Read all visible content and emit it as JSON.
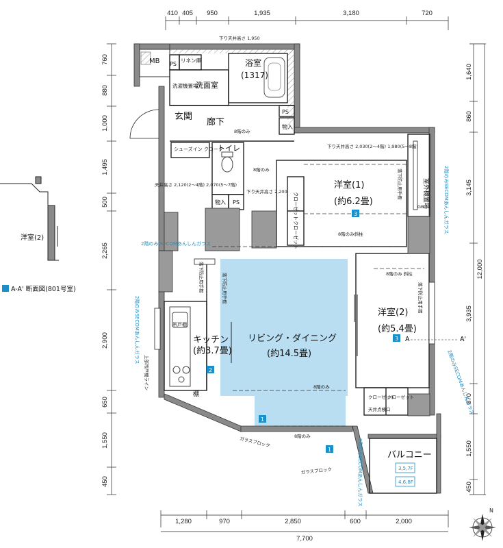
{
  "dims_top": [
    "410",
    "405",
    "950",
    "1,935",
    "3,180",
    "720"
  ],
  "dims_bottom": [
    "1,280",
    "970",
    "2,850",
    "600",
    "2,000"
  ],
  "dims_bottom_total": "7,700",
  "dims_left": [
    "760",
    "880",
    "1,000",
    "1,495",
    "500",
    "2,265",
    "2,900",
    "650",
    "1,550",
    "450"
  ],
  "dims_right": [
    "1,640",
    "860",
    "3,145",
    "3,935",
    "870",
    "1,550",
    "450"
  ],
  "dims_right_total": "12,000",
  "rooms": {
    "mb": "MB",
    "ps": "PS",
    "linen": "リネン庫",
    "bath": "浴室",
    "bath_size": "(1317)",
    "washroom": "洗面室",
    "washer": "洗濯機置場",
    "entrance": "玄関",
    "corridor": "廊下",
    "storage": "物入",
    "shoes": "シューズイン クローク",
    "toilet": "トイレ",
    "bedroom1": "洋室(1)",
    "bedroom1_area": "(約6.2畳)",
    "bedroom2": "洋室(2)",
    "bedroom2_area": "(約5.4畳)",
    "closet": "クローゼット",
    "outdoor_unit": "室外機置場",
    "kitchen": "キッチン",
    "kitchen_area": "(約3.7畳)",
    "living": "リビング・ダイニング",
    "living_area": "(約14.5畳)",
    "balcony": "バルコニー",
    "shelf": "棚",
    "cupboard": "吊戸棚",
    "glass_block": "ガラスブロック"
  },
  "notes": {
    "ceiling_drop_1950": "下り天井高さ 1,950",
    "ceiling_drop_2030": "下り天井高さ 2,030(2～4階) 1,980(5～8階)",
    "ceiling_2120": "天井高さ 2,120(2～4階) 2,070(5～7階)",
    "ceiling_drop_2200": "下り天井高さ 2,200",
    "floor8_only": "8階のみ",
    "floor8_slant": "8階のみ斜柱",
    "floor8_slant2": "8階のみ 斜柱",
    "secom_glass": "2階のみ SECOMあんしんガラス",
    "secom_glass_v": "2階のみSECOMあんしんガラス",
    "fall_rail": "落下防止用手摺",
    "upper_cabinet_line": "上部吊戸棚ライン",
    "ceiling_hatch": "天井点検口",
    "balcony_floor_a": "3,5,7F",
    "balcony_floor_b": "4,6,8F",
    "secom_glass_balcony": "2階のみSECOMあんしんガラス",
    "gb": "GB"
  },
  "section": {
    "label": "A-A' 断面図(801号室)",
    "room": "洋室(2)",
    "marker_a": "A",
    "marker_a2": "A'"
  },
  "tags": [
    "1",
    "1",
    "2",
    "3",
    "3"
  ],
  "colors": {
    "wall": "#8a8a8a",
    "wall_dark": "#6e6e6e",
    "living_fill": "#b9def2",
    "accent": "#1a8fc8",
    "line": "#111111"
  }
}
